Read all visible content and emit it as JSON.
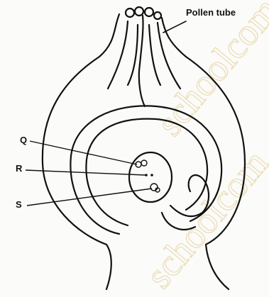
{
  "labels": {
    "pollen_tube": "Pollen tube",
    "q": "Q",
    "r": "R",
    "s": "S"
  },
  "watermark": {
    "text": "schoolcom",
    "color": "#c9a23a"
  },
  "colors": {
    "ink": "#111111",
    "background": "#fbfbf9"
  }
}
